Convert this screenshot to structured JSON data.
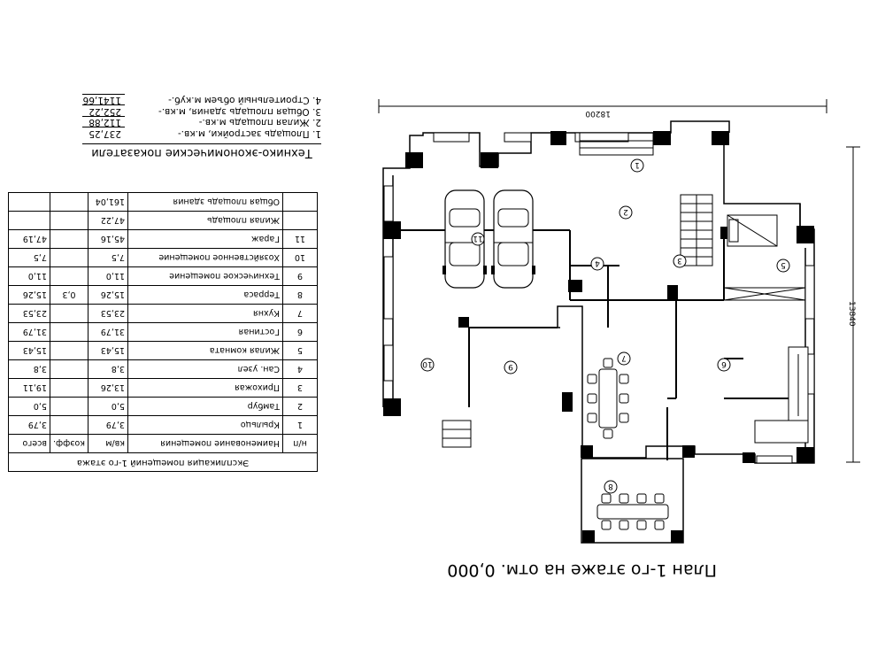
{
  "plan_title": "План 1-го этаже на отм. 0,000",
  "dimensions": {
    "width": "18200",
    "height": "13840"
  },
  "tep": {
    "title": "Технико-экономические показатели",
    "items": [
      {
        "label": "1. Площадь застройки, м.кв.-",
        "value": "237,25"
      },
      {
        "label": "2. Жилая площадь м.кв.-",
        "value": "112,88"
      },
      {
        "label": "3. Общая площадь здания, м.кв.-",
        "value": "252,22"
      },
      {
        "label": "4. Строительный объем м.куб.-",
        "value": "1141,66"
      }
    ]
  },
  "room_table": {
    "caption": "Экспликация помещений 1-го этажа",
    "headers": {
      "no": "н/п",
      "name": "Наименование помещения",
      "area": "кв/м",
      "k": "коэфф.",
      "total": "всего"
    },
    "rows": [
      {
        "no": "1",
        "name": "Крыльцо",
        "area": "3,79",
        "k": "",
        "total": "3,79"
      },
      {
        "no": "2",
        "name": "Тамбур",
        "area": "5,0",
        "k": "",
        "total": "5,0"
      },
      {
        "no": "3",
        "name": "Прихожая",
        "area": "13,26",
        "k": "",
        "total": "19,11"
      },
      {
        "no": "4",
        "name": "Сан. узел",
        "area": "3,8",
        "k": "",
        "total": "3,8"
      },
      {
        "no": "5",
        "name": "Жилая комната",
        "area": "15,43",
        "k": "",
        "total": "15,43"
      },
      {
        "no": "6",
        "name": "Гостиная",
        "area": "31,79",
        "k": "",
        "total": "31,79"
      },
      {
        "no": "7",
        "name": "Кухня",
        "area": "23,53",
        "k": "",
        "total": "23,53"
      },
      {
        "no": "8",
        "name": "Терраса",
        "area": "15,26",
        "k": "0,3",
        "total": "15,26"
      },
      {
        "no": "9",
        "name": "Техническое помещение",
        "area": "11,0",
        "k": "",
        "total": "11,0"
      },
      {
        "no": "10",
        "name": "Хозяйственное помещение",
        "area": "7,5",
        "k": "",
        "total": "7,5"
      },
      {
        "no": "11",
        "name": "Гараж",
        "area": "45,16",
        "k": "",
        "total": "47,19"
      }
    ],
    "summary": [
      {
        "name": "Жилая площадь",
        "area": "47,22"
      },
      {
        "name": "Общая площадь здания",
        "area": "161,04"
      }
    ]
  },
  "room_markers": [
    "1",
    "2",
    "3",
    "4",
    "5",
    "6",
    "7",
    "8",
    "9",
    "10",
    "11"
  ]
}
